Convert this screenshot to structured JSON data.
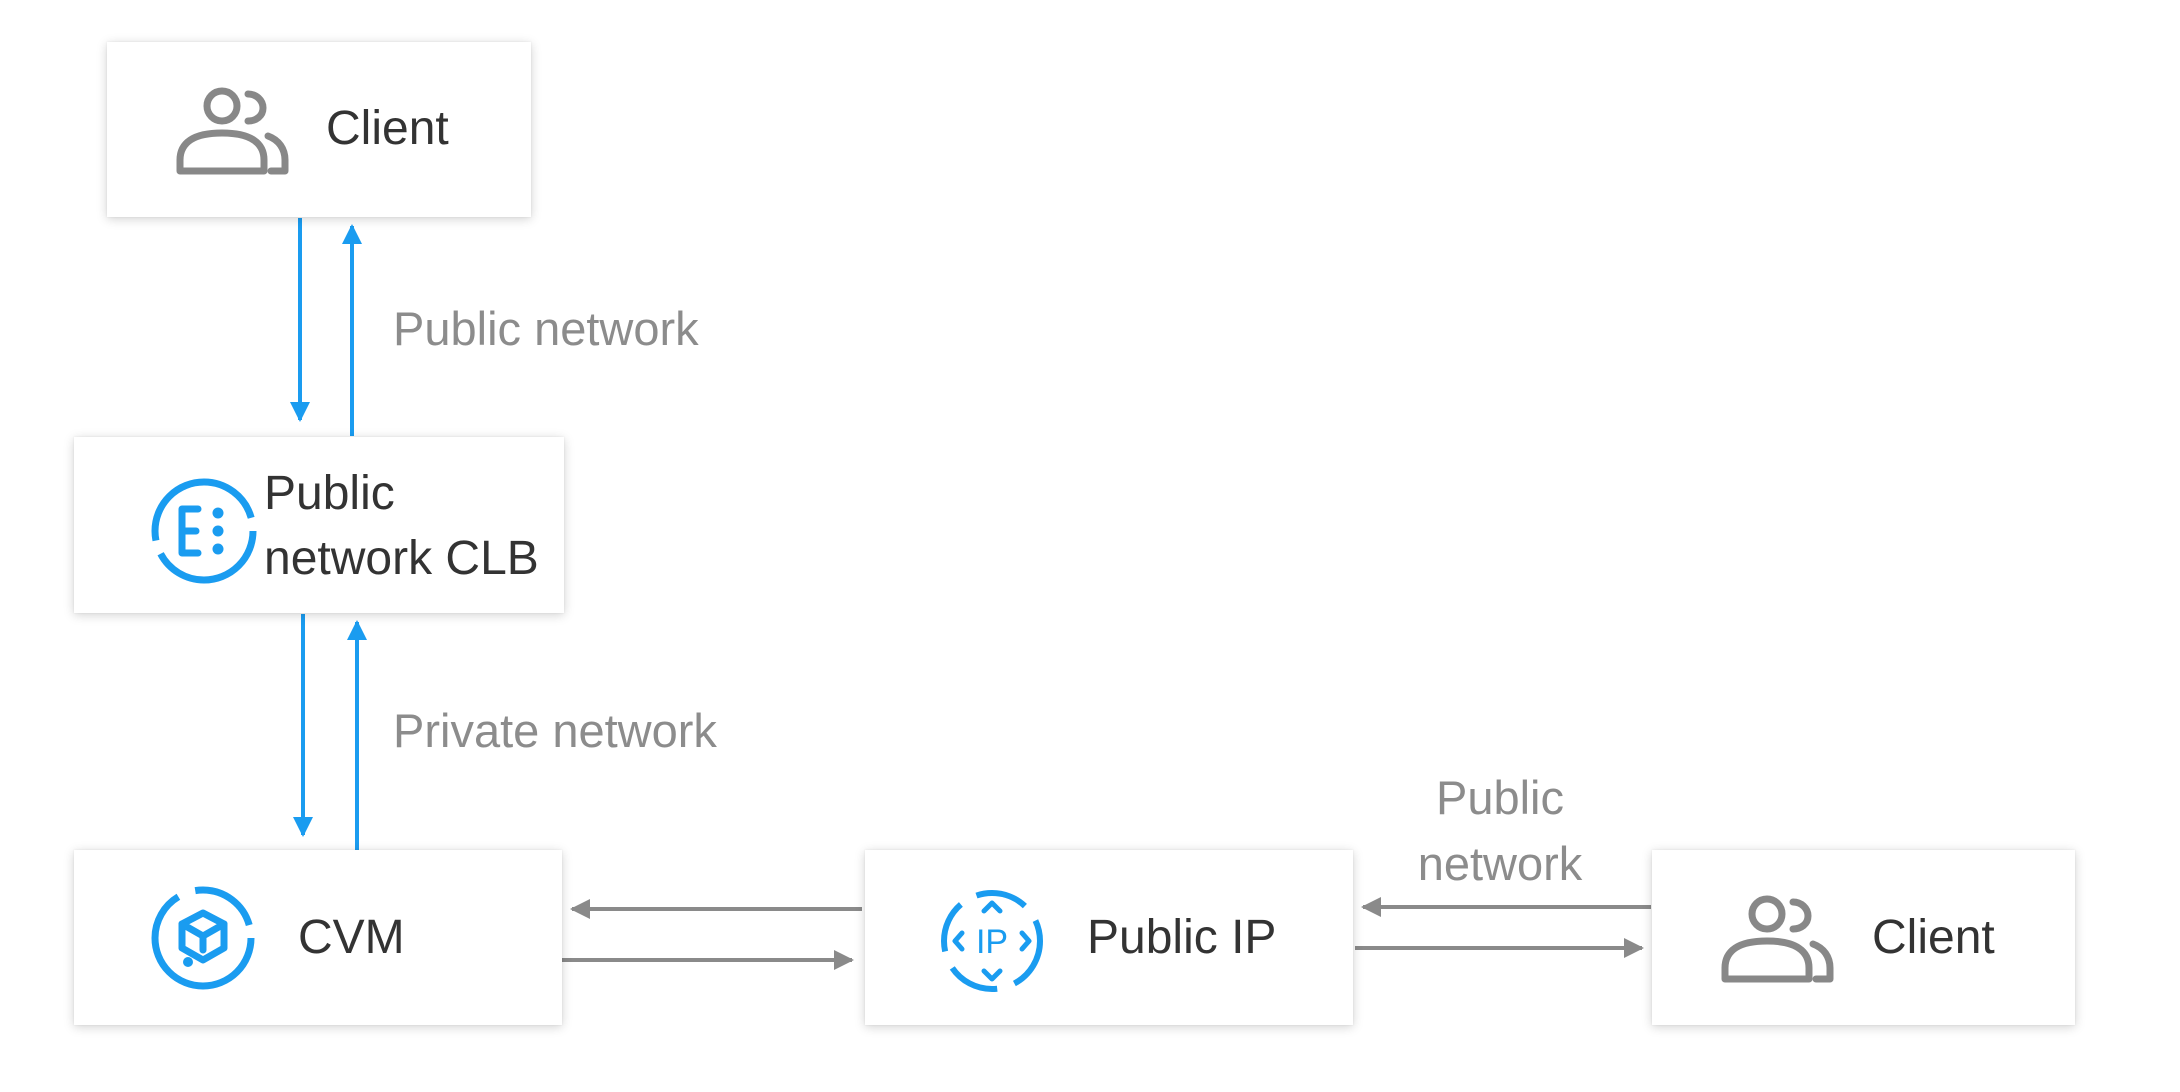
{
  "nodes": {
    "client_top": {
      "label": "Client",
      "icon": "users-icon"
    },
    "public_clb": {
      "label_line1": "Public",
      "label_line2": "network CLB",
      "icon": "load-balancer-icon"
    },
    "cvm": {
      "label": "CVM",
      "icon": "cloud-server-icon"
    },
    "public_ip": {
      "label": "Public IP",
      "icon": "ip-icon"
    },
    "client_right": {
      "label": "Client",
      "icon": "users-icon"
    }
  },
  "edges": {
    "client_clb": {
      "label": "Public network"
    },
    "clb_cvm": {
      "label": "Private network"
    },
    "ip_client": {
      "label_line1": "Public",
      "label_line2": "network"
    }
  },
  "colors": {
    "accent_blue": "#1a9cf0",
    "arrow_gray": "#8a8a8a",
    "icon_gray": "#888888",
    "text_dark": "#333333",
    "text_gray": "#8c8c8c"
  }
}
